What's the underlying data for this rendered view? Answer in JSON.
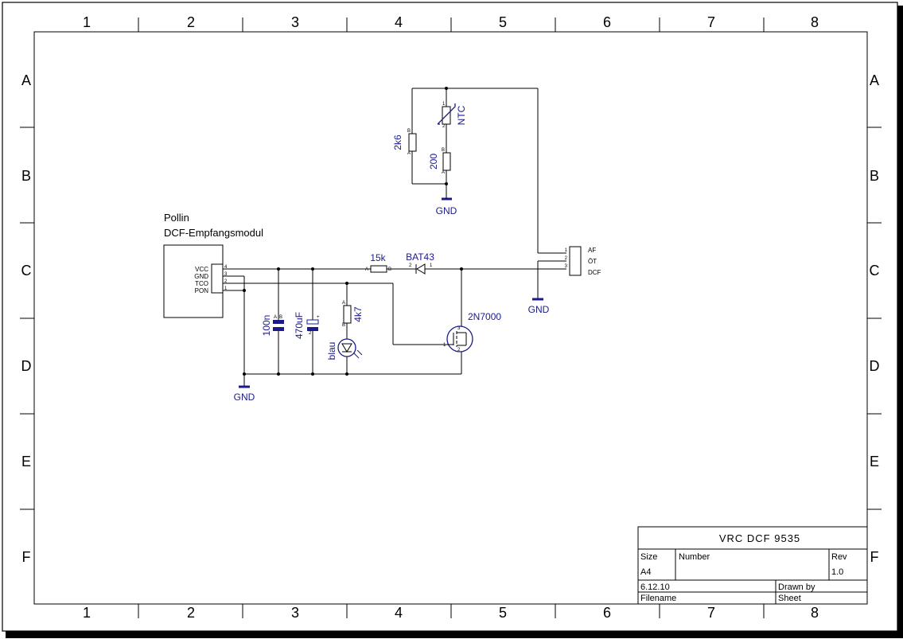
{
  "frame": {
    "columns": [
      "1",
      "2",
      "3",
      "4",
      "5",
      "6",
      "7",
      "8"
    ],
    "rows": [
      "A",
      "B",
      "C",
      "D",
      "E",
      "F"
    ]
  },
  "module": {
    "title_line1": "Pollin",
    "title_line2": "DCF-Empfangsmodul",
    "pins": [
      "VCC",
      "GND",
      "TCO",
      "PON"
    ],
    "pin_numbers": [
      "4",
      "3",
      "2",
      "1"
    ]
  },
  "components": {
    "ntc": "NTC",
    "r2k6": "2k6",
    "r200": "200",
    "r15k": "15k",
    "bat43": "BAT43",
    "c100n": "100n",
    "c470": "470uF",
    "r4k7": "4k7",
    "led": "blau",
    "mosfet": "2N7000",
    "gnd1": "GND",
    "gnd2": "GND",
    "gnd3": "GND"
  },
  "connector": {
    "labels": [
      "AF",
      "ÖT",
      "DCF"
    ],
    "pin_numbers": [
      "1",
      "2",
      "3"
    ]
  },
  "pin_labels": {
    "a": "A",
    "b": "B",
    "one": "1",
    "two": "2",
    "three": "3",
    "plus": "+"
  },
  "title_block": {
    "title": "VRC DCF 9535",
    "size_label": "Size",
    "size_value": "A4",
    "number_label": "Number",
    "rev_label": "Rev",
    "rev_value": "1.0",
    "date": "6.12.10",
    "drawn_by_label": "Drawn by",
    "filename_label": "Filename",
    "sheet_label": "Sheet"
  },
  "colors": {
    "symbol": "#1a1a8c",
    "wire": "#000000"
  }
}
